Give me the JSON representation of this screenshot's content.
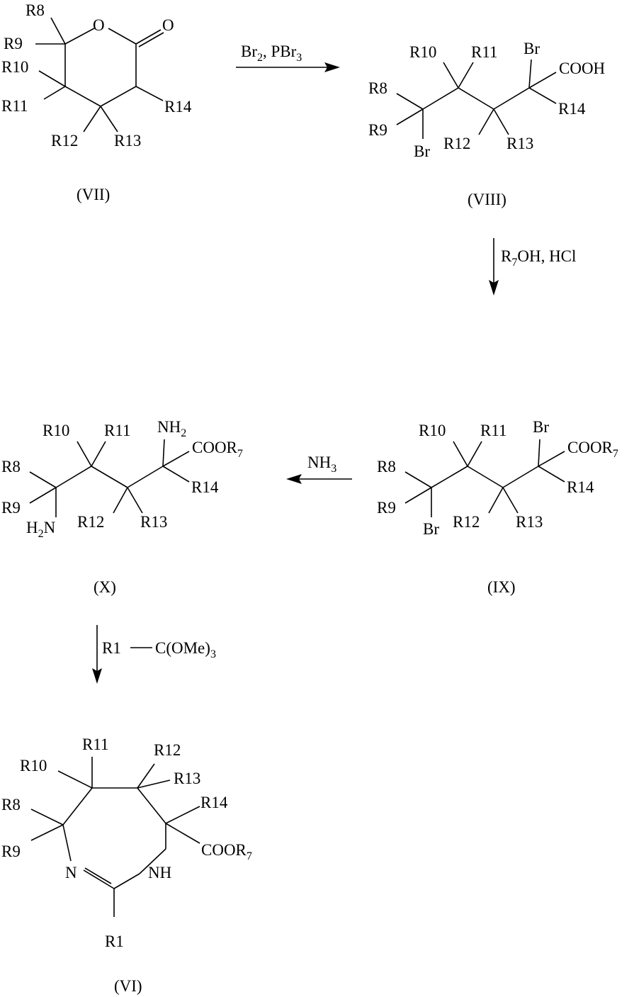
{
  "colors": {
    "ink": "#000000",
    "background": "#ffffff"
  },
  "compounds": {
    "VII": {
      "label": "(VII)",
      "atoms": {
        "O": "O",
        "carbonyl_O": "O",
        "R8": "R8",
        "R9": "R9",
        "R10": "R10",
        "R11": "R11",
        "R12": "R12",
        "R13": "R13",
        "R14": "R14"
      }
    },
    "VIII": {
      "label": "(VIII)",
      "atoms": {
        "R8": "R8",
        "R9": "R9",
        "R10": "R10",
        "R11": "R11",
        "R12": "R12",
        "R13": "R13",
        "R14": "R14",
        "Br_top": "Br",
        "Br_bottom": "Br",
        "acid": "COOH"
      }
    },
    "IX": {
      "label": "(IX)",
      "atoms": {
        "R8": "R8",
        "R9": "R9",
        "R10": "R10",
        "R11": "R11",
        "R12": "R12",
        "R13": "R13",
        "R14": "R14",
        "Br_top": "Br",
        "Br_bottom": "Br",
        "ester_main": "COOR",
        "ester_sub": "7"
      }
    },
    "X": {
      "label": "(X)",
      "atoms": {
        "R8": "R8",
        "R9": "R9",
        "R10": "R10",
        "R11": "R11",
        "R12": "R12",
        "R13": "R13",
        "R14": "R14",
        "NH2_top_main": "NH",
        "NH2_top_sub": "2",
        "H2N_main_H": "H",
        "H2N_sub": "2",
        "H2N_main_N": "N",
        "ester_main": "COOR",
        "ester_sub": "7"
      }
    },
    "VI": {
      "label": "(VI)",
      "atoms": {
        "R1": "R1",
        "R8": "R8",
        "R9": "R9",
        "R10": "R10",
        "R11": "R11",
        "R12": "R12",
        "R13": "R13",
        "R14": "R14",
        "N": "N",
        "NH": "NH",
        "ester_main": "COOR",
        "ester_sub": "7"
      }
    }
  },
  "reactions": {
    "step1": {
      "reagent_a_main": "Br",
      "reagent_a_sub": "2",
      "reagent_b_main": ", PBr",
      "reagent_b_sub": "3"
    },
    "step2": {
      "reagent_main_R": "R",
      "reagent_sub": "7",
      "reagent_rest": "OH, HCl"
    },
    "step3": {
      "reagent_main": "NH",
      "reagent_sub": "3"
    },
    "step4": {
      "reagent_left": "R1",
      "reagent_right_main": "C(OMe)",
      "reagent_right_sub": "3"
    }
  }
}
